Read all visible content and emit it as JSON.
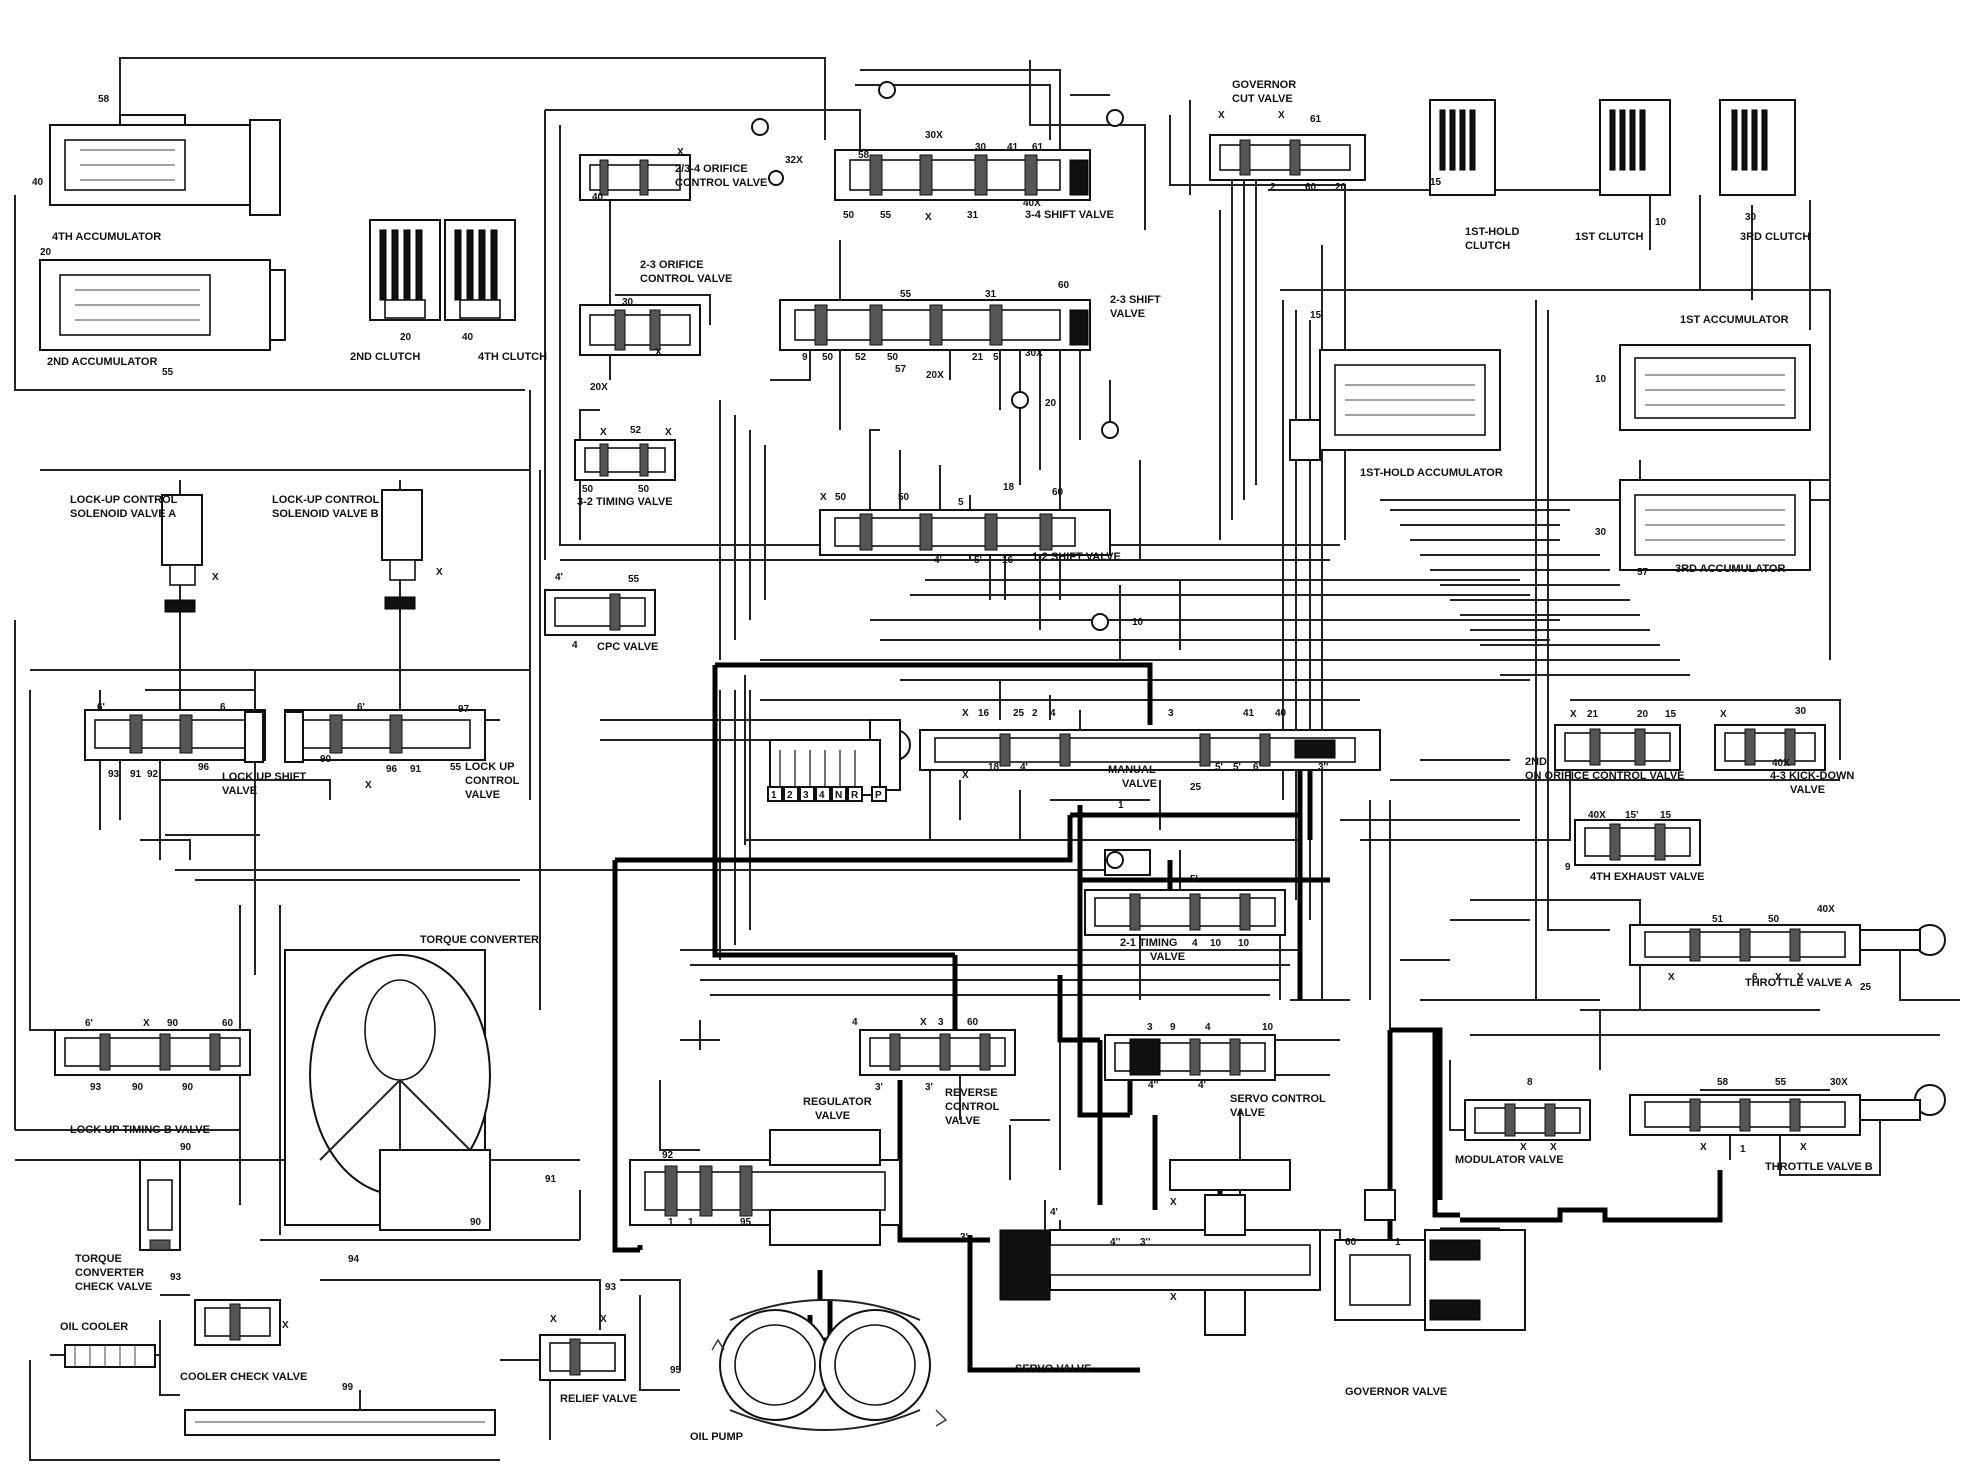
{
  "components": {
    "acc4": "4TH ACCUMULATOR",
    "acc2": "2ND ACCUMULATOR",
    "clutch2": "2ND CLUTCH",
    "clutch4": "4TH CLUTCH",
    "orifice234": [
      "2/3-4 ORIFICE",
      "CONTROL VALVE"
    ],
    "orifice23": [
      "2-3 ORIFICE",
      "CONTROL VALVE"
    ],
    "shift34": "3-4 SHIFT VALVE",
    "shift23": [
      "2-3 SHIFT",
      "VALVE"
    ],
    "governor_cut": [
      "GOVERNOR",
      "CUT VALVE"
    ],
    "hold1_clutch": [
      "1ST-HOLD",
      "CLUTCH"
    ],
    "clutch1": "1ST CLUTCH",
    "clutch3": "3RD CLUTCH",
    "acc1": "1ST ACCUMULATOR",
    "hold1_acc": "1ST-HOLD ACCUMULATOR",
    "acc3": "3RD ACCUMULATOR",
    "timing32": "3-2 TIMING VALVE",
    "shift12": "1-2 SHIFT VALVE",
    "sol_a": [
      "LOCK-UP CONTROL",
      "SOLENOID VALVE A"
    ],
    "sol_b": [
      "LOCK-UP CONTROL",
      "SOLENOID VALVE B"
    ],
    "cpc": "CPC VALVE",
    "lockup_shift": [
      "LOCK UP SHIFT",
      "VALVE"
    ],
    "lockup_control": [
      "LOCK UP",
      "CONTROL",
      "VALVE"
    ],
    "manual": [
      "MANUAL",
      "VALVE"
    ],
    "orifice2nd": [
      "2ND",
      "ON ORIFICE CONTROL VALVE"
    ],
    "kickdown43": [
      "4-3 KICK-DOWN",
      "VALVE"
    ],
    "exhaust4": "4TH EXHAUST VALVE",
    "timing21": [
      "2-1 TIMING",
      "VALVE"
    ],
    "torque_converter": "TORQUE CONVERTER",
    "throttle_a": "THROTTLE VALVE A",
    "throttle_b": "THROTTLE VALVE B",
    "modulator": "MODULATOR VALVE",
    "lockup_timing_b": "LOCK UP TIMING B VALVE",
    "regulator": [
      "REGULATOR",
      "VALVE"
    ],
    "reverse_control": [
      "REVERSE",
      "CONTROL",
      "VALVE"
    ],
    "servo_control": [
      "SERVO CONTROL",
      "VALVE"
    ],
    "tc_check": [
      "TORQUE",
      "CONVERTER",
      "CHECK VALVE"
    ],
    "oil_cooler": "OIL COOLER",
    "cooler_check": "COOLER CHECK VALVE",
    "relief": "RELIEF VALVE",
    "oil_pump": "OIL PUMP",
    "servo": "SERVO VALVE",
    "governor": "GOVERNOR VALVE",
    "shift_positions": [
      "1",
      "2",
      "3",
      "4",
      "N",
      "R",
      "P"
    ]
  },
  "ports": {
    "p58": "58",
    "p40a": "40",
    "p20a": "20",
    "p55a": "55",
    "p20b": "20",
    "p40b": "40",
    "p40c": "40",
    "p30a": "30",
    "p20x": "20X",
    "p30x": "30X",
    "p32x": "32X",
    "p58b": "58",
    "p30b": "30",
    "p41": "41",
    "p61": "61",
    "p50a": "50",
    "p55b": "55",
    "p31a": "31",
    "p40x": "40X",
    "p55c": "55",
    "p31b": "31",
    "p60a": "60",
    "p9": "9",
    "p50b": "50",
    "p52a": "52",
    "p50c": "50",
    "p57a": "57",
    "p20xb": "20X",
    "p21a": "21",
    "p5a": "5",
    "p30xb": "30X",
    "p20c": "20",
    "p52b": "52",
    "p50d": "50",
    "p50e": "50",
    "p50f": "50",
    "p50g": "50",
    "p5b": "5",
    "p18a": "18",
    "p60b": "60",
    "p4a": "4'",
    "p5c": "5'",
    "p16a": "16",
    "p10a": "10",
    "p61b": "61",
    "p2": "2",
    "p60c": "60",
    "p20d": "20",
    "p15a": "15",
    "p10b": "10",
    "p30c": "30",
    "p15b": "15",
    "p10c": "10",
    "p30d": "30",
    "p57b": "57",
    "p4b": "4'",
    "p55d": "55",
    "p4c": "4",
    "p6a": "6'",
    "p6b": "6",
    "p6c": "6'",
    "p97": "97",
    "p93a": "93",
    "p91a": "91",
    "p92a": "92",
    "p96a": "96",
    "p90a": "90",
    "p96b": "96",
    "p91b": "91",
    "p55e": "55",
    "p16b": "16",
    "p25a": "25",
    "p2b": "2",
    "p4d": "4",
    "p3a": "3",
    "p41b": "41",
    "p40d": "40",
    "p18b": "18",
    "p4e": "4'",
    "p1a": "1",
    "p25b": "25",
    "p5d": "5'",
    "p5e": "5'",
    "p6d": "6'",
    "p3b": "3''",
    "p21b": "21",
    "p20e": "20",
    "p15c": "15",
    "p30e": "30",
    "p40xb": "40X",
    "p40xc": "40X",
    "p15d": "15'",
    "p15e": "15",
    "p9b": "9",
    "p5f": "5'",
    "p4f": "4",
    "p10d": "10",
    "p10e": "10",
    "p51": "51",
    "p50h": "50",
    "p40xd": "40X",
    "p6e": "6",
    "p25c": "25",
    "p6f": "6'",
    "p90b": "90",
    "p60d": "60",
    "p93b": "93",
    "p90c": "90",
    "p90d": "90",
    "p4g": "4",
    "p3c": "3",
    "p60e": "60",
    "p3d": "3'",
    "p3e": "3'",
    "p3f": "3",
    "p9c": "9",
    "p4h": "4",
    "p10f": "10",
    "p4i": "4''",
    "p4j": "4'",
    "p8": "8",
    "p58c": "58",
    "p55f": "55",
    "p30xc": "30X",
    "p1b": "1",
    "p92b": "92",
    "p1c": "1",
    "p1d": "1",
    "p95a": "95",
    "p91c": "91",
    "p90e": "90",
    "p94": "94",
    "p90f": "90",
    "p93c": "93",
    "p93d": "93",
    "p95b": "95",
    "p99": "99",
    "p3g": "3'",
    "p4k": "4'",
    "p4l": "4''",
    "p3h": "3''",
    "p60f": "60",
    "p1e": "1"
  },
  "exhaust_mark": "X"
}
